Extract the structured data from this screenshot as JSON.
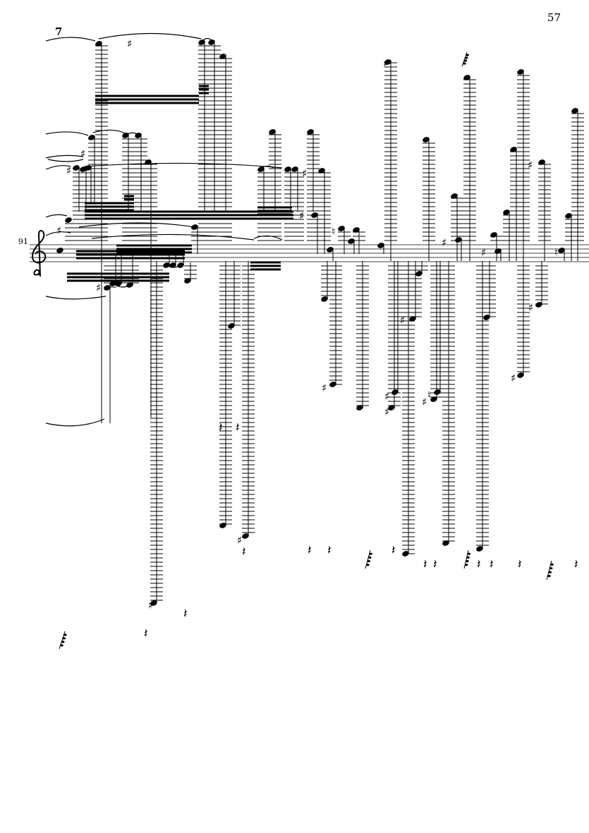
{
  "page": {
    "number": "57"
  },
  "system": {
    "measure_number": "91",
    "clef": "treble"
  },
  "markings": {
    "tuplet_digit": "7"
  },
  "notation_symbols": {
    "sharp": "♯",
    "natural": "♮",
    "rest": "𝄽"
  }
}
